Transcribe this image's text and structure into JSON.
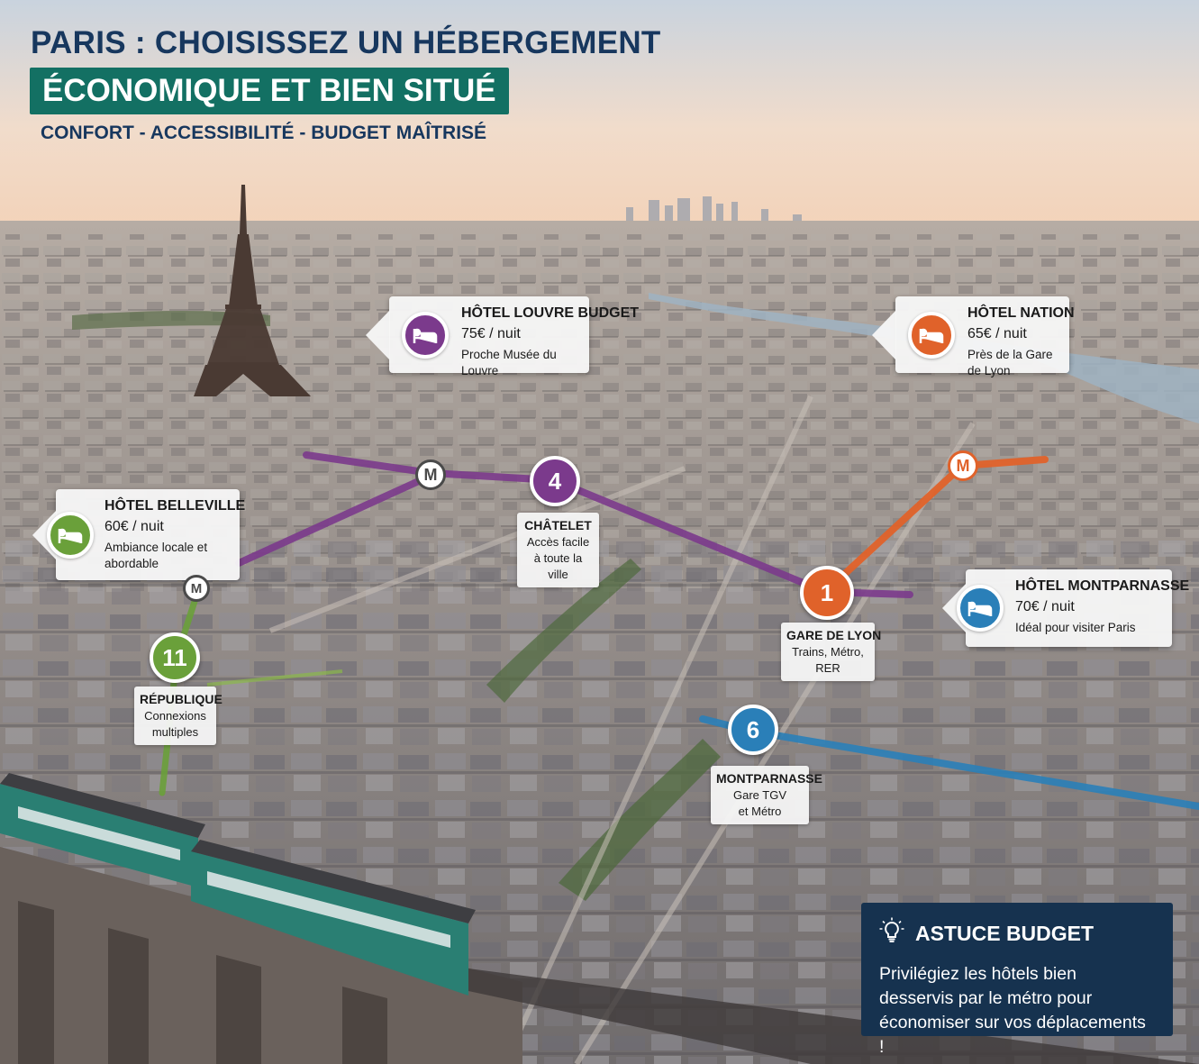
{
  "header": {
    "title_line1": "PARIS : CHOISISSEZ UN HÉBERGEMENT",
    "title_line2": "ÉCONOMIQUE ET BIEN SITUÉ",
    "subtitle": "CONFORT - ACCESSIBILITÉ - BUDGET MAÎTRISÉ"
  },
  "hotels": [
    {
      "name": "HÔTEL LOUVRE BUDGET",
      "price": "75€ / nuit",
      "description": "Proche Musée du Louvre",
      "color": "#7b3a8c",
      "icon": "bed-icon"
    },
    {
      "name": "HÔTEL NATION",
      "price": "65€ / nuit",
      "description": "Près de la Gare de Lyon",
      "color": "#e0622a",
      "icon": "bed-icon"
    },
    {
      "name": "HÔTEL BELLEVILLE",
      "price": "60€ / nuit",
      "description": "Ambiance locale et abordable",
      "color": "#6aa03a",
      "icon": "bed-icon"
    },
    {
      "name": "HÔTEL MONTPARNASSE",
      "price": "70€ / nuit",
      "description": "Idéal pour visiter Paris",
      "color": "#2a7fb8",
      "icon": "bed-icon"
    }
  ],
  "stations": [
    {
      "name": "CHÂTELET",
      "line1": "Accès facile",
      "line2": "à toute la ville"
    },
    {
      "name": "GARE DE LYON",
      "line1": "Trains, Métro,",
      "line2": "RER"
    },
    {
      "name": "RÉPUBLIQUE",
      "line1": "Connexions",
      "line2": "multiples"
    },
    {
      "name": "MONTPARNASSE",
      "line1": "Gare TGV",
      "line2": "et Métro"
    }
  ],
  "lines": [
    {
      "number": "4",
      "color": "#7b3a8c"
    },
    {
      "number": "1",
      "color": "#e0622a"
    },
    {
      "number": "11",
      "color": "#6aa03a"
    },
    {
      "number": "6",
      "color": "#2a7fb8"
    }
  ],
  "metro_symbol": "M",
  "tip": {
    "title": "ASTUCE BUDGET",
    "text": "Privilégiez les hôtels bien desservis par le métro pour économiser sur vos déplacements !",
    "icon": "lightbulb-icon"
  }
}
